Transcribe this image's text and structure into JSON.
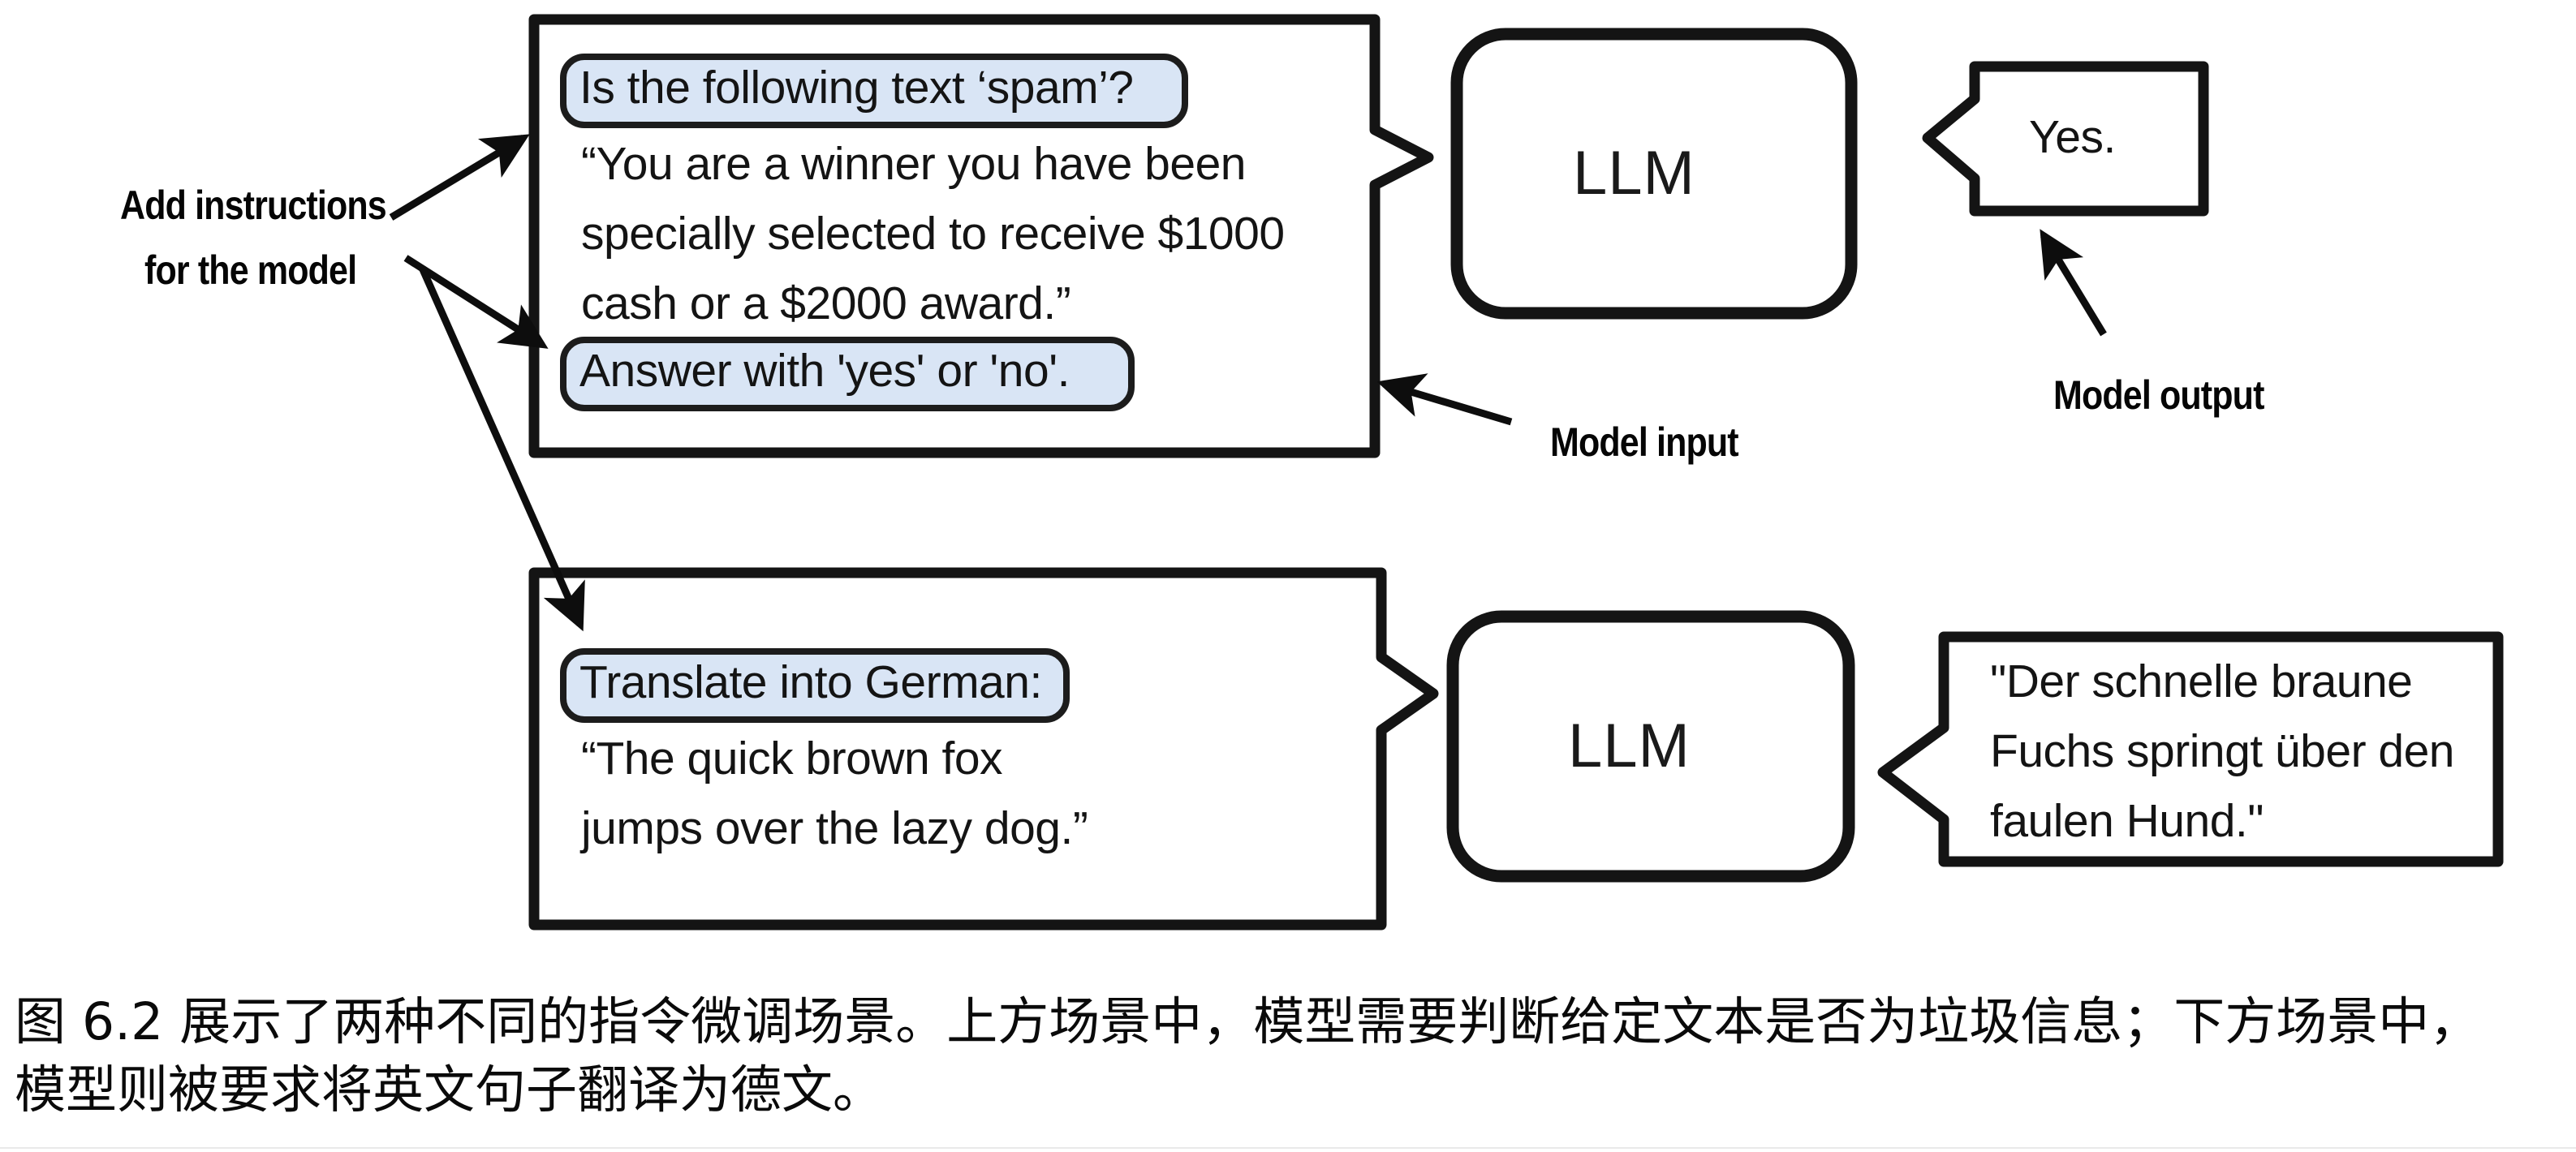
{
  "figure": {
    "scenarios": [
      {
        "id": "spam-classification",
        "instruction_chip": "Is the following text ‘spam’?",
        "body_lines": [
          "“You are a winner you have been",
          "specially selected to receive $1000",
          "cash or a $2000 award.”"
        ],
        "answer_chip": "Answer with 'yes' or 'no'.",
        "model_label": "LLM",
        "output_lines": [
          "Yes."
        ]
      },
      {
        "id": "german-translation",
        "instruction_chip": "Translate into German:",
        "body_lines": [
          "“The quick brown fox",
          "jumps over the lazy dog.”"
        ],
        "answer_chip": null,
        "model_label": "LLM",
        "output_lines": [
          "\"Der schnelle braune",
          "Fuchs springt über den",
          "faulen Hund.\""
        ]
      }
    ],
    "annotations": {
      "add_instructions_line1": "Add instructions",
      "add_instructions_line2": "for the model",
      "model_input": "Model input",
      "model_output": "Model output"
    },
    "colors": {
      "chip_fill": "#d9e5f5",
      "stroke": "#121212",
      "background": "#ffffff",
      "text": "#111111"
    }
  },
  "caption": {
    "lines": [
      "图 6.2 展示了两种不同的指令微调场景。上方场景中，模型需要判断给定文本是否为垃圾信息；下方场景中，",
      "模型则被要求将英文句子翻译为德文。"
    ]
  }
}
